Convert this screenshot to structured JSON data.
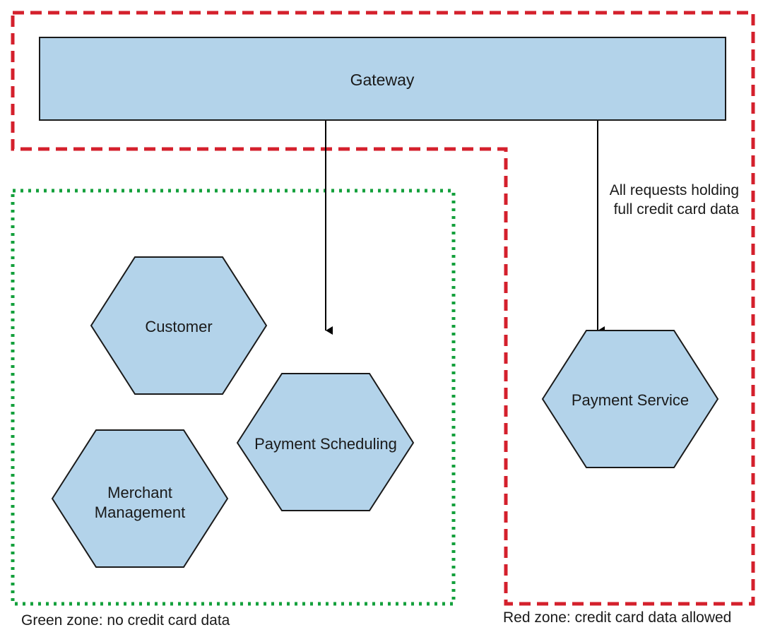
{
  "gateway": {
    "label": "Gateway"
  },
  "services": {
    "customer": "Customer",
    "payment_scheduling": "Payment Scheduling",
    "merchant_management_line1": "Merchant",
    "merchant_management_line2": "Management",
    "payment_service": "Payment Service"
  },
  "arrow_note": {
    "line1": "All requests holding",
    "line2": "full credit card data"
  },
  "zones": {
    "green_caption": "Green zone: no credit card data",
    "red_caption": "Red zone: credit card data allowed"
  },
  "colors": {
    "node_fill": "#b3d3ea",
    "node_stroke": "#1a1a1a",
    "red_zone": "#d4202c",
    "green_zone": "#14a03c",
    "arrow": "#000000"
  }
}
